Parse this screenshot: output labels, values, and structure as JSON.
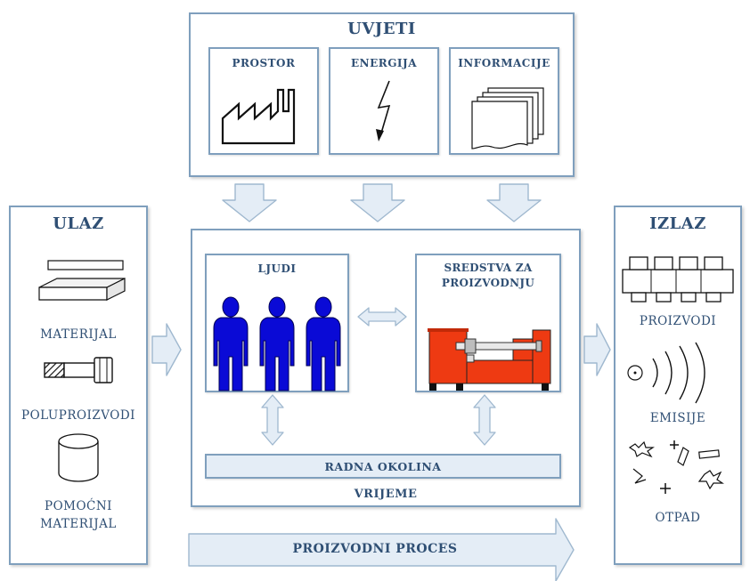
{
  "conditions": {
    "title": "UVJETI",
    "items": [
      {
        "label": "PROSTOR",
        "icon": "factory-icon"
      },
      {
        "label": "ENERGIJA",
        "icon": "lightning-icon"
      },
      {
        "label": "INFORMACIJE",
        "icon": "documents-icon"
      }
    ]
  },
  "input": {
    "title": "ULAZ",
    "items": [
      {
        "label": "MATERIJAL",
        "icon": "material-icon"
      },
      {
        "label": "POLUPROIZVODI",
        "icon": "semi-product-icon"
      },
      {
        "label_line1": "POMOĆNI",
        "label_line2": "MATERIJAL",
        "icon": "auxiliary-material-icon"
      }
    ]
  },
  "output": {
    "title": "IZLAZ",
    "items": [
      {
        "label": "PROIZVODI",
        "icon": "products-icon"
      },
      {
        "label": "EMISIJE",
        "icon": "emissions-icon"
      },
      {
        "label": "OTPAD",
        "icon": "waste-icon"
      }
    ]
  },
  "system": {
    "people": {
      "label": "LJUDI",
      "icon": "people-icon"
    },
    "means": {
      "label_line1": "SREDSTVA ZA",
      "label_line2": "PROIZVODNJU",
      "icon": "machine-icon"
    },
    "environment": "RADNA OKOLINA",
    "time": "VRIJEME"
  },
  "process": "PROIZVODNI PROCES",
  "colors": {
    "border": "#7f9fbd",
    "title_text": "#2f4f74",
    "arrow_fill": "#e4edf6",
    "people": "#0a0ad6",
    "machine": "#ee3a12"
  }
}
